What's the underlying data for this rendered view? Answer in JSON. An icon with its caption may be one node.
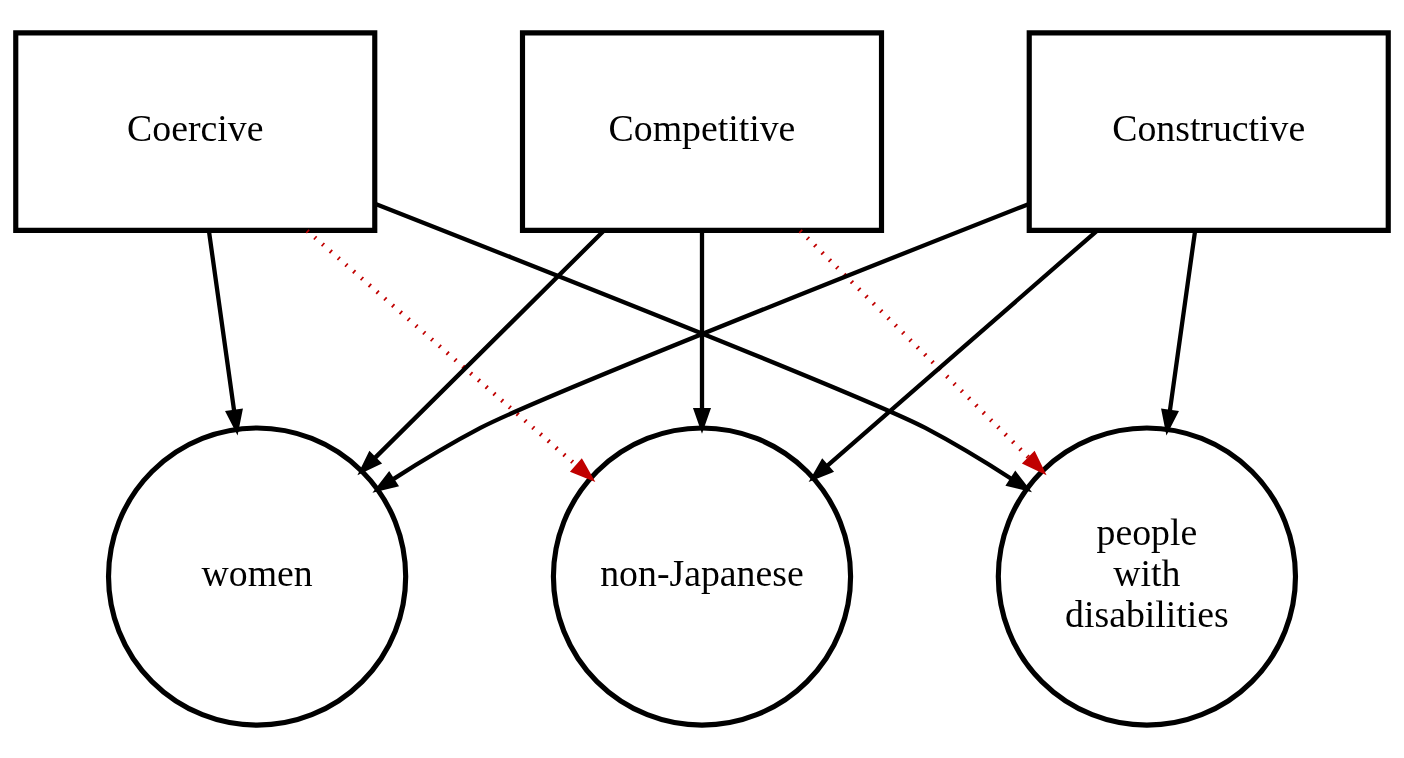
{
  "diagram": {
    "nodes": [
      {
        "text": [
          "Coercive"
        ]
      },
      {
        "text": [
          "Competitive"
        ]
      },
      {
        "text": [
          "Constructive"
        ]
      },
      {
        "text": [
          "women"
        ]
      },
      {
        "text": [
          "non-Japanese"
        ]
      },
      {
        "text": [
          "people with disabilities"
        ]
      }
    ],
    "edges": [
      {
        "from": 0,
        "to": 3,
        "arrow": "to"
      },
      {
        "from": 0,
        "to": 4,
        "arrow": "to",
        "style": "dashed",
        "color": "#c00000"
      },
      {
        "from": 0,
        "to": 5,
        "arrow": "to"
      },
      {
        "from": 1,
        "to": 3,
        "arrow": "to"
      },
      {
        "from": 1,
        "to": 4,
        "arrow": "to"
      },
      {
        "from": 1,
        "to": 5,
        "arrow": "to",
        "style": "dashed",
        "color": "#c00000"
      },
      {
        "from": 2,
        "to": 3,
        "arrow": "to"
      },
      {
        "from": 2,
        "to": 4,
        "arrow": "to"
      },
      {
        "from": 2,
        "to": 5,
        "arrow": "to"
      }
    ]
  }
}
